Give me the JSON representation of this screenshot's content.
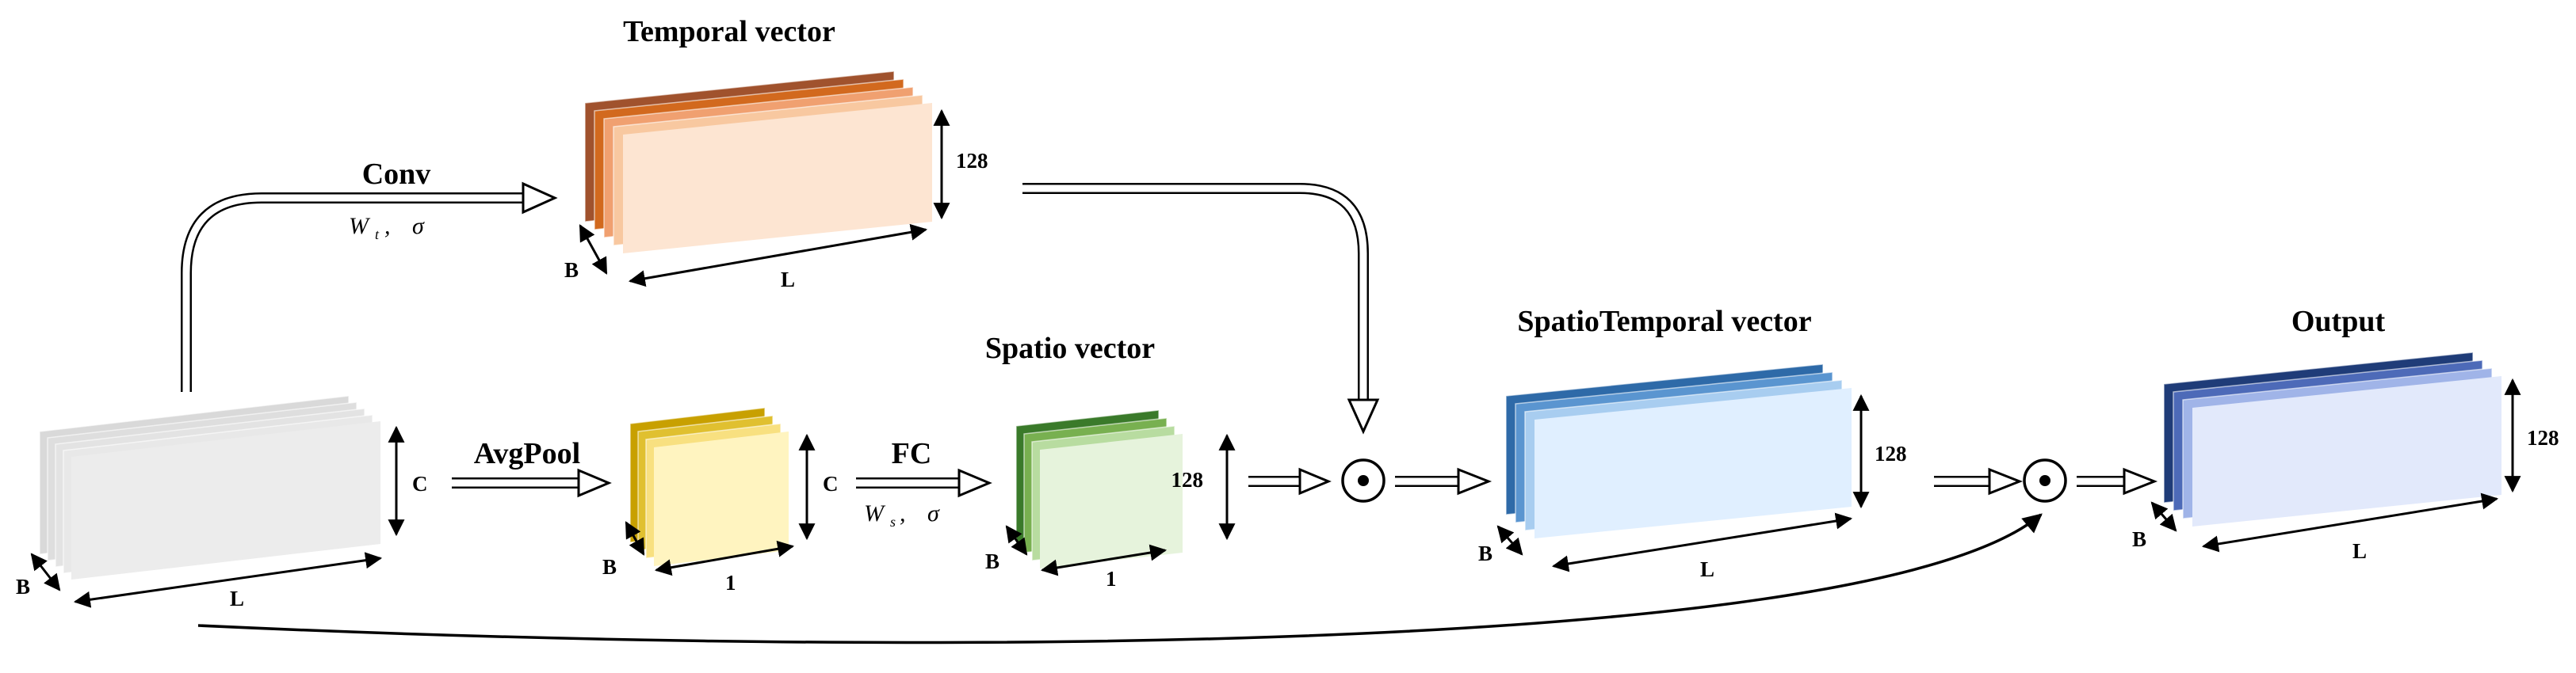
{
  "labels": {
    "temporal_vector": "Temporal vector",
    "spatio_vector": "Spatio vector",
    "spatiotemporal_vector": "SpatioTemporal vector",
    "output": "Output",
    "conv": "Conv",
    "avgpool": "AvgPool",
    "fc": "FC"
  },
  "params": {
    "conv_w": "W",
    "conv_sub": "t",
    "conv_act": "σ",
    "fc_w": "W",
    "fc_sub": "s",
    "fc_act": "σ"
  },
  "dims": {
    "input_c": "C",
    "input_b": "B",
    "input_l": "L",
    "pool_c": "C",
    "pool_b": "B",
    "pool_w": "1",
    "spatio_h": "128",
    "spatio_b": "B",
    "spatio_w": "1",
    "temporal_h": "128",
    "temporal_b": "B",
    "temporal_l": "L",
    "st_h": "128",
    "st_b": "B",
    "st_l": "L",
    "out_h": "128",
    "out_b": "B",
    "out_l": "L"
  },
  "operators": {
    "multiply_1": "⊙",
    "multiply_2": "⊙"
  },
  "colors": {
    "input": [
      "#d9d9d9",
      "#dedede",
      "#e3e3e3",
      "#e8e8e8",
      "#ececec"
    ],
    "temporal": [
      "#a0522d",
      "#d2691e",
      "#f0a070",
      "#f8c8a0",
      "#fde5d2"
    ],
    "pooled": [
      "#c8a000",
      "#e0c030",
      "#f8e080",
      "#fff4c0"
    ],
    "spatio": [
      "#3a7a2a",
      "#78b050",
      "#b8dca0",
      "#e6f3dc"
    ],
    "spatiotemporal": [
      "#2e6aa8",
      "#5a95d0",
      "#a8cdf0",
      "#e0efff"
    ],
    "output": [
      "#1f3c78",
      "#4d6ab8",
      "#a0b4e8",
      "#e2e9fb"
    ]
  }
}
